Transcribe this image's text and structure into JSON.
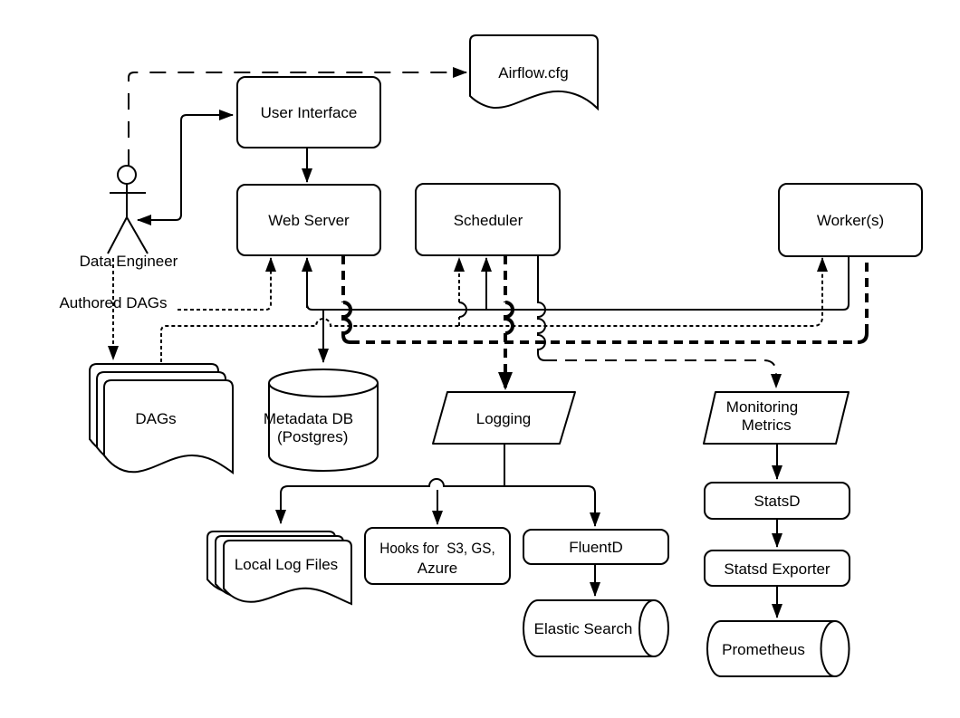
{
  "diagram": {
    "title": "Airflow architecture diagram",
    "nodes": {
      "airflow_cfg": {
        "label": "Airflow.cfg"
      },
      "user_interface": {
        "label": "User Interface"
      },
      "web_server": {
        "label": "Web Server"
      },
      "scheduler": {
        "label": "Scheduler"
      },
      "workers": {
        "label": "Worker(s)"
      },
      "data_engineer": {
        "label": "Data Engineer"
      },
      "authored_dags": {
        "label": "Authored DAGs"
      },
      "dags": {
        "label": "DAGs"
      },
      "metadata_db": {
        "lines": [
          "Metadata DB",
          "(Postgres)"
        ]
      },
      "logging": {
        "label": "Logging"
      },
      "monitoring_metrics": {
        "lines": [
          "Monitoring",
          "Metrics"
        ]
      },
      "statsd": {
        "label": "StatsD"
      },
      "statsd_exporter": {
        "label": "Statsd Exporter"
      },
      "prometheus": {
        "label": "Prometheus"
      },
      "local_log_files": {
        "label": "Local Log Files"
      },
      "hooks": {
        "lines": [
          "Hooks for  S3, GS,",
          "Azure"
        ]
      },
      "fluentd": {
        "label": "FluentD"
      },
      "elastic_search": {
        "label": "Elastic Search"
      }
    }
  }
}
